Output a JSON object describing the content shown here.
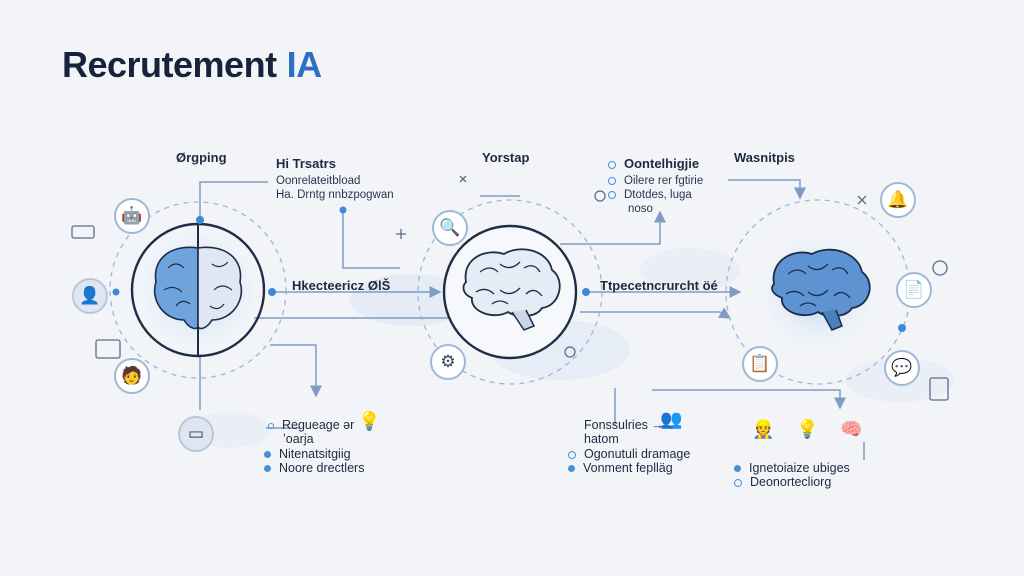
{
  "header": {
    "title": "Recrutement",
    "title_accent": "IA"
  },
  "stages": {
    "stage1": {
      "heading": "Ørgping",
      "label": "Hkecteericz ØlŠ",
      "points": [
        "Regueage ər",
        "ʼoarja",
        "Nitenatsitgiig",
        "Noore drectlers"
      ]
    },
    "stage2": {
      "heading": "Yorstap",
      "top_heading": "Hi Trsatrs",
      "top_lines": [
        "Oonrelateitbload",
        "Ha. Drntg nnbzpogwan"
      ],
      "label": "Ttpecetncrurcht öé",
      "points": [
        "Fonssulries →",
        "hatom",
        "Ogonutuli dramage",
        "Vonment feplläg"
      ]
    },
    "stage3": {
      "heading": "Wasnitpis",
      "top_heading": "Oontelhigjie",
      "top_lines": [
        "Oilere rer fgtirie",
        "Dtotdes, luga",
        "noso"
      ],
      "points": [
        "Ignetoiaize ubiges",
        "Deonortecliorg"
      ]
    }
  },
  "colors": {
    "accent": "#2d6fc2",
    "line": "#7e9cc4",
    "brain": "#5a8fd0",
    "ring": "#1e2d45"
  },
  "icons": [
    "user-icon",
    "robot-icon",
    "lightbulb-icon",
    "gear-icon",
    "document-icon",
    "chat-icon",
    "clipboard-icon",
    "magnifier-icon",
    "bell-icon",
    "person-icon"
  ]
}
